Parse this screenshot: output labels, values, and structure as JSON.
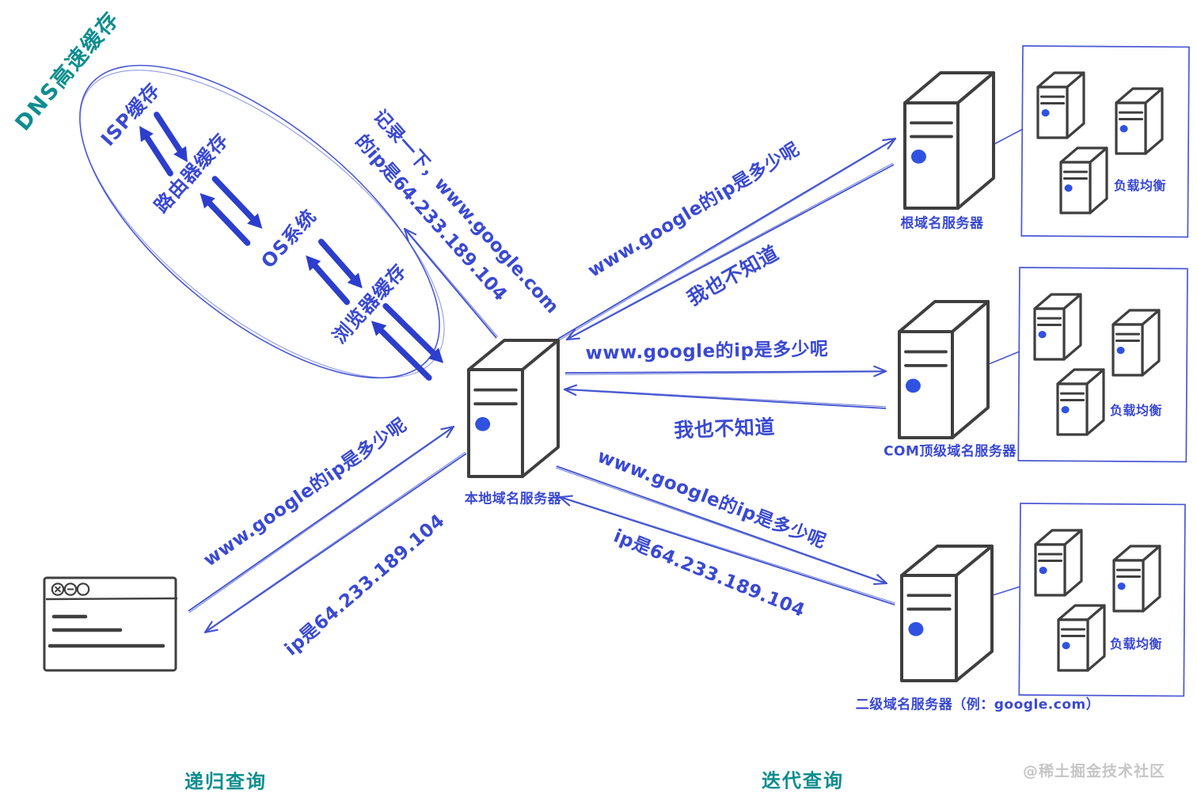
{
  "cache_cloud": {
    "title": "DNS高速缓存",
    "items": [
      "ISP缓存",
      "路由器缓存",
      "OS系统",
      "浏览器缓存"
    ]
  },
  "note": {
    "line1": "记录一下，www.google.com",
    "line2": "的ip是64.233.189.104"
  },
  "servers": {
    "local": {
      "label": "本地域名服务器"
    },
    "root": {
      "label": "根域名服务器"
    },
    "com": {
      "label": "COM顶级域名服务器"
    },
    "second": {
      "label": "二级域名服务器（例：google.com）"
    }
  },
  "clusters": {
    "load_balance_label": "负载均衡"
  },
  "messages": {
    "query_browser": "www.google的ip是多少呢",
    "answer_browser": "ip是64.233.189.104",
    "query_root": "www.google的ip是多少呢",
    "answer_root": "我也不知道",
    "query_com": "www.google的ip是多少呢",
    "answer_com": "我也不知道",
    "query_second": "www.google的ip是多少呢",
    "answer_second": "ip是64.233.189.104"
  },
  "footer": {
    "recursive": "递归查询",
    "iterative": "迭代查询",
    "watermark": "@稀土掘金技术社区"
  },
  "colors": {
    "ink_blue": "#3a49d2",
    "arrow_blue": "#4152cf",
    "thick_blue": "#2c3ecb",
    "cloud_blue": "#4a58d4",
    "teal": "#0e8d8f",
    "outline_dark": "#3f3f3f",
    "led_blue": "#3052e0",
    "watermark_gray": "#c6c6c6"
  }
}
